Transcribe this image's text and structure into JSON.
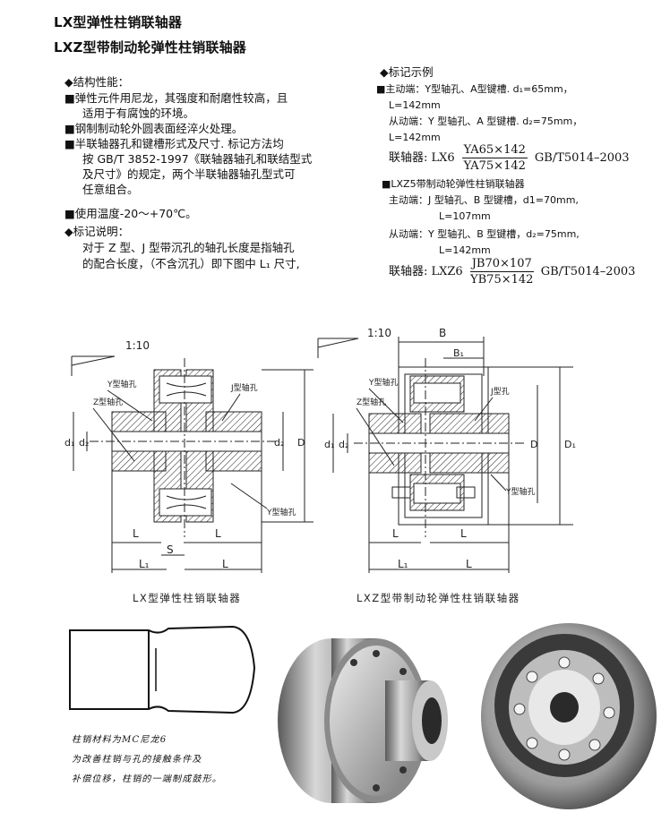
{
  "titles": {
    "line1": "LX型弹性柱销联轴器",
    "line2": "LXZ型带制动轮弹性柱销联轴器"
  },
  "left_col": {
    "structure_heading": "◆结构性能：",
    "items": [
      [
        "■弹性元件用尼龙，其强度和耐磨性较高，且",
        "适用于有腐蚀的环境。"
      ],
      [
        "■钢制制动轮外圆表面经淬火处理。"
      ],
      [
        "■半联轴器孔和键槽形式及尺寸. 标记方法均",
        "按 GB/T 3852-1997《联轴器轴孔和联结型式",
        "及尺寸》的规定，两个半联轴器轴孔型式可",
        "任意组合。"
      ],
      [
        "■使用温度-20～+70℃。"
      ]
    ],
    "notes_heading": "◆标记说明：",
    "notes": [
      "对于 Z 型、J 型带沉孔的轴孔长度是指轴孔",
      "的配合长度，（不含沉孔）即下图中 L₁ 尺寸,"
    ]
  },
  "right_col": {
    "heading": "◆标记示例",
    "ex1_drive": "■主动端：Y型轴孔、A型键槽. d₁=65mm，",
    "ex1_drive_l": "L=142mm",
    "ex1_driven": "从动端：Y 型轴孔、A 型键槽. d₂=75mm，",
    "ex1_driven_l": "L=142mm",
    "ex1_label": "联轴器: LX6",
    "ex1_num": "YA65×142",
    "ex1_den": "YA75×142",
    "ex1_std": "GB/T5014–2003",
    "ex2_heading": "■LXZ5带制动轮弹性柱销联轴器",
    "ex2_drive": "主动端：J 型轴孔、B 型键槽，d1=70mm,",
    "ex2_drive_l": "L=107mm",
    "ex2_driven": "从动端：Y 型轴孔、B 型键槽，d₂=75mm,",
    "ex2_driven_l": "L=142mm",
    "ex2_label": "联轴器: LXZ6",
    "ex2_num": "JB70×107",
    "ex2_den": "YB75×142",
    "ex2_std": "GB/T5014–2003"
  },
  "drawings": {
    "lx": {
      "scale": "1:10",
      "label_y_hole": "Y型轴孔",
      "label_j_hole": "J型轴孔",
      "label_z_hole": "Z型轴孔",
      "label_y_hole2": "Y型轴孔",
      "dim_d1": "d₁",
      "dim_d2": "d₂",
      "dim_dz": "d₂",
      "dim_D": "D",
      "dim_L_left": "L",
      "dim_L_right": "L",
      "dim_S": "S",
      "dim_L1": "L₁",
      "dim_L_bottom": "L",
      "caption": "LX型弹性柱销联轴器"
    },
    "lxz": {
      "scale": "1:10",
      "dim_B": "B",
      "dim_B1": "B₁",
      "label_y_hole": "Y型轴孔",
      "label_z_hole": "Z型轴孔",
      "label_j_hole": "J型孔",
      "label_y_hole2": "Y型轴孔",
      "dim_d1": "d₁",
      "dim_d2": "d₂",
      "dim_D": "D",
      "dim_D1": "D₁",
      "dim_L_left": "L",
      "dim_L_right": "L",
      "dim_L1": "L₁",
      "dim_L_bottom": "L",
      "caption": "LXZ型带制动轮弹性柱销联轴器"
    }
  },
  "pin_note": [
    "柱销材料为MC尼龙6",
    "为改善柱销与孔的接触条件及",
    "补偿位移，柱销的一端制成鼓形。"
  ]
}
